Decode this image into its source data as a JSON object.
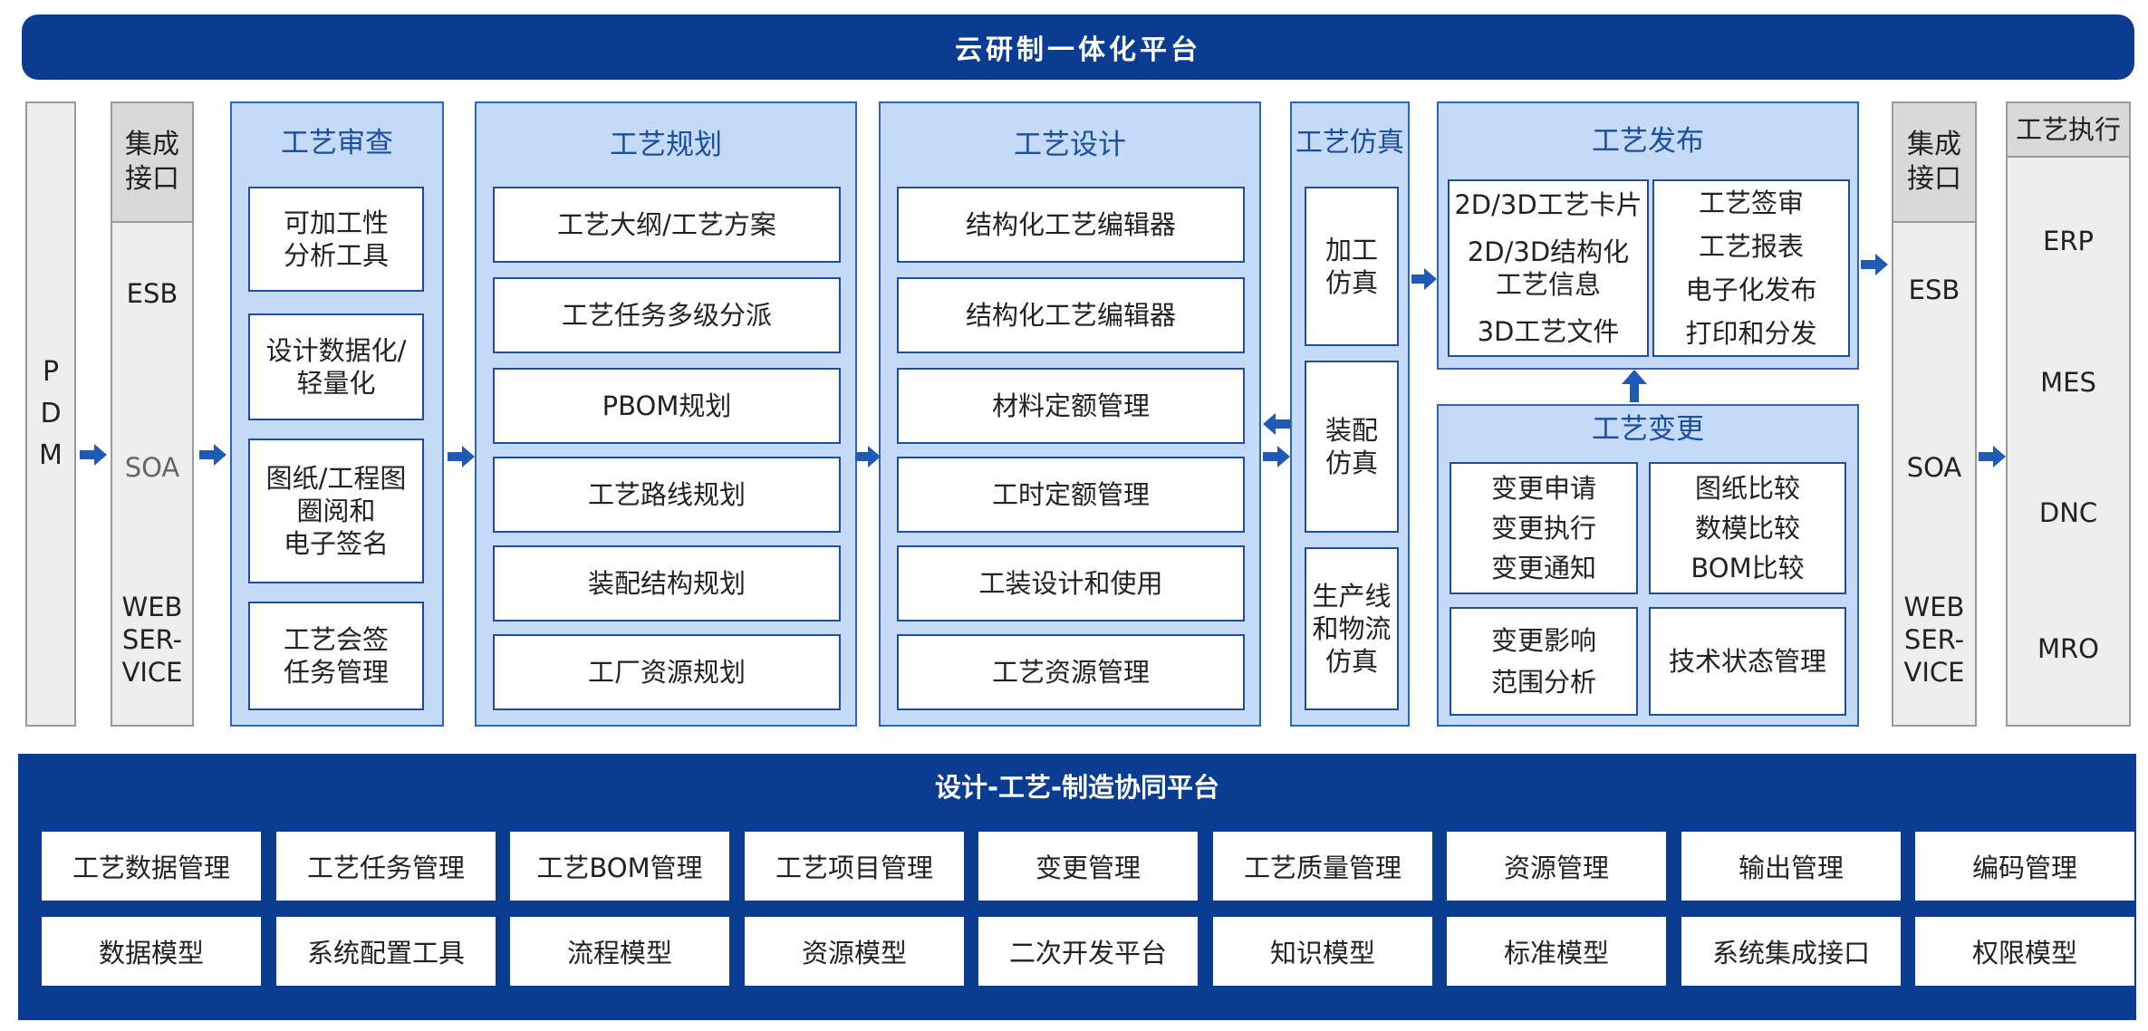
{
  "top_title": "云研制一体化平台",
  "pdm_letters": [
    "P",
    "D",
    "M"
  ],
  "integration_left": {
    "title": "集成\n接口",
    "items": [
      "ESB",
      "SOA",
      "WEB\nSER-\nVICE"
    ]
  },
  "review": {
    "title": "工艺审查",
    "items": [
      "可加工性\n分析工具",
      "设计数据化/\n轻量化",
      "图纸/工程图\n圈阅和\n电子签名",
      "工艺会签\n任务管理"
    ]
  },
  "planning": {
    "title": "工艺规划",
    "items": [
      "工艺大纲/工艺方案",
      "工艺任务多级分派",
      "PBOM规划",
      "工艺路线规划",
      "装配结构规划",
      "工厂资源规划"
    ]
  },
  "design": {
    "title": "工艺设计",
    "items": [
      "结构化工艺编辑器",
      "结构化工艺编辑器",
      "材料定额管理",
      "工时定额管理",
      "工装设计和使用",
      "工艺资源管理"
    ]
  },
  "simulation": {
    "title": "工艺仿真",
    "items": [
      "加工\n仿真",
      "装配\n仿真",
      "生产线\n和物流\n仿真"
    ]
  },
  "release": {
    "title": "工艺发布",
    "left": [
      "2D/3D工艺卡片",
      "2D/3D结构化\n工艺信息",
      "3D工艺文件"
    ],
    "right": [
      "工艺签审",
      "工艺报表",
      "电子化发布",
      "打印和分发"
    ]
  },
  "change": {
    "title": "工艺变更",
    "box1": "变更申请\n变更执行\n变更通知",
    "box2": "图纸比较\n数模比较\nBOM比较",
    "box3": "变更影响\n范围分析",
    "box4": "技术状态管理"
  },
  "integration_right": {
    "title": "集成\n接口",
    "items": [
      "ESB",
      "SOA",
      "WEB\nSER-\nVICE"
    ]
  },
  "execution": {
    "title": "工艺执行",
    "items": [
      "ERP",
      "MES",
      "DNC",
      "MRO"
    ]
  },
  "bottom": {
    "title": "设计-工艺-制造协同平台",
    "row1": [
      "工艺数据管理",
      "工艺任务管理",
      "工艺BOM管理",
      "工艺项目管理",
      "变更管理",
      "工艺质量管理",
      "资源管理",
      "输出管理",
      "编码管理"
    ],
    "row2": [
      "数据模型",
      "系统配置工具",
      "流程模型",
      "资源模型",
      "二次开发平台",
      "知识模型",
      "标准模型",
      "系统集成接口",
      "权限模型"
    ]
  },
  "colors": {
    "dark_blue": "#0a3d91",
    "panel_blue": "#c5daf6",
    "arrow_blue": "#1f5bb5"
  }
}
